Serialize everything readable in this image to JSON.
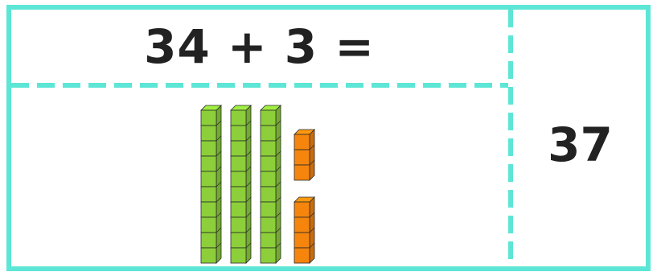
{
  "problem": {
    "equation": "34 + 3 =",
    "answer": "37"
  },
  "manipulatives": {
    "tens_rods": 3,
    "ones_cubes": 7,
    "tens_color": "#8ccf3a",
    "ones_color": "#f5850d"
  },
  "colors": {
    "frame": "#5de6d6",
    "text": "#222222"
  }
}
